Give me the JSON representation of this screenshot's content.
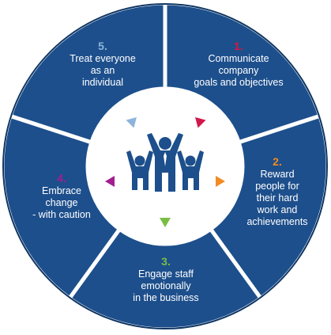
{
  "colors": {
    "segment_fill": "#1d4f8c",
    "segment_edge": "#0e3563",
    "hub_fill": "#ffffff",
    "people_icon": "#1d4f8c"
  },
  "diagram": {
    "segments": [
      {
        "number": "1.",
        "text": "Communicate\ncompany\ngoals and objectives",
        "number_color": "#e0133f",
        "arrow_color": "#d3174b",
        "arrow_direction": "top-left"
      },
      {
        "number": "2.",
        "text": "Reward\npeople for\ntheir hard\nwork and\nachievements",
        "number_color": "#f28b22",
        "arrow_color": "#f28b22",
        "arrow_direction": "right"
      },
      {
        "number": "3.",
        "text": "Engage staff\nemotionally\nin the business",
        "number_color": "#7bbd44",
        "arrow_color": "#7bbd44",
        "arrow_direction": "down"
      },
      {
        "number": "4.",
        "text": "Embrace\nchange\n- with caution",
        "number_color": "#a21f8d",
        "arrow_color": "#a21f8d",
        "arrow_direction": "left"
      },
      {
        "number": "5.",
        "text": "Treat everyone\nas an\nindividual",
        "number_color": "#8eb4dc",
        "arrow_color": "#8eb4dc",
        "arrow_direction": "top-right"
      }
    ],
    "hub_icon": "people-celebrating-icon"
  }
}
